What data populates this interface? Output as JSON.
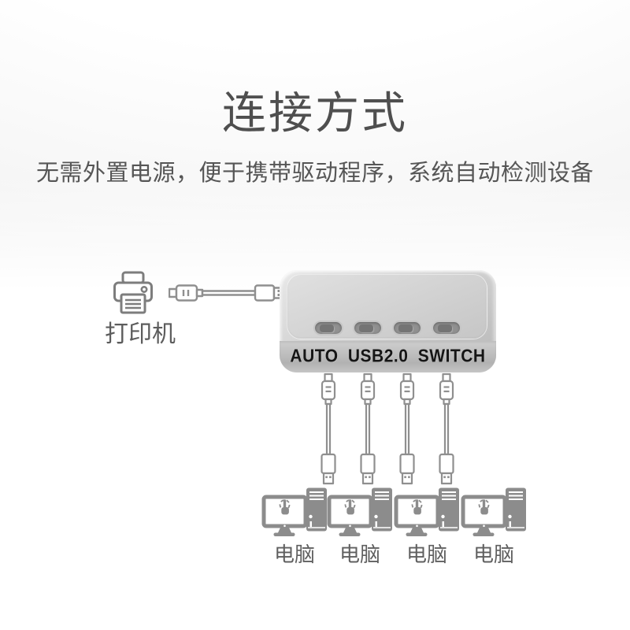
{
  "header": {
    "title": "连接方式",
    "subtitle": "无需外置电源，便于携带驱动程序，系统自动检测设备"
  },
  "printer": {
    "label": "打印机"
  },
  "device": {
    "label": "AUTO USB2.0 SWITCH",
    "button_count": 4
  },
  "computers": {
    "items": [
      {
        "label": "电脑"
      },
      {
        "label": "电脑"
      },
      {
        "label": "电脑"
      },
      {
        "label": "电脑"
      }
    ]
  },
  "icons": {
    "printer": "printer-outline-icon",
    "horizontal_cable": "usb-a-to-usb-b-cable-icon",
    "vertical_cable": "usb-a-to-usb-b-cable-icon",
    "computer": "desktop-pc-with-click-hand-icon"
  },
  "colors": {
    "background": "#ffffff",
    "title_text": "#4f4f4f",
    "subtitle_text": "#565656",
    "icon_gray": "#8c8c8c",
    "cable_gray": "#8f8f8f",
    "device_silver_light": "#e9e9e9",
    "device_silver_dark": "#b7b7b7",
    "device_label_text": "#161616",
    "label_text": "#5d5d5d"
  }
}
